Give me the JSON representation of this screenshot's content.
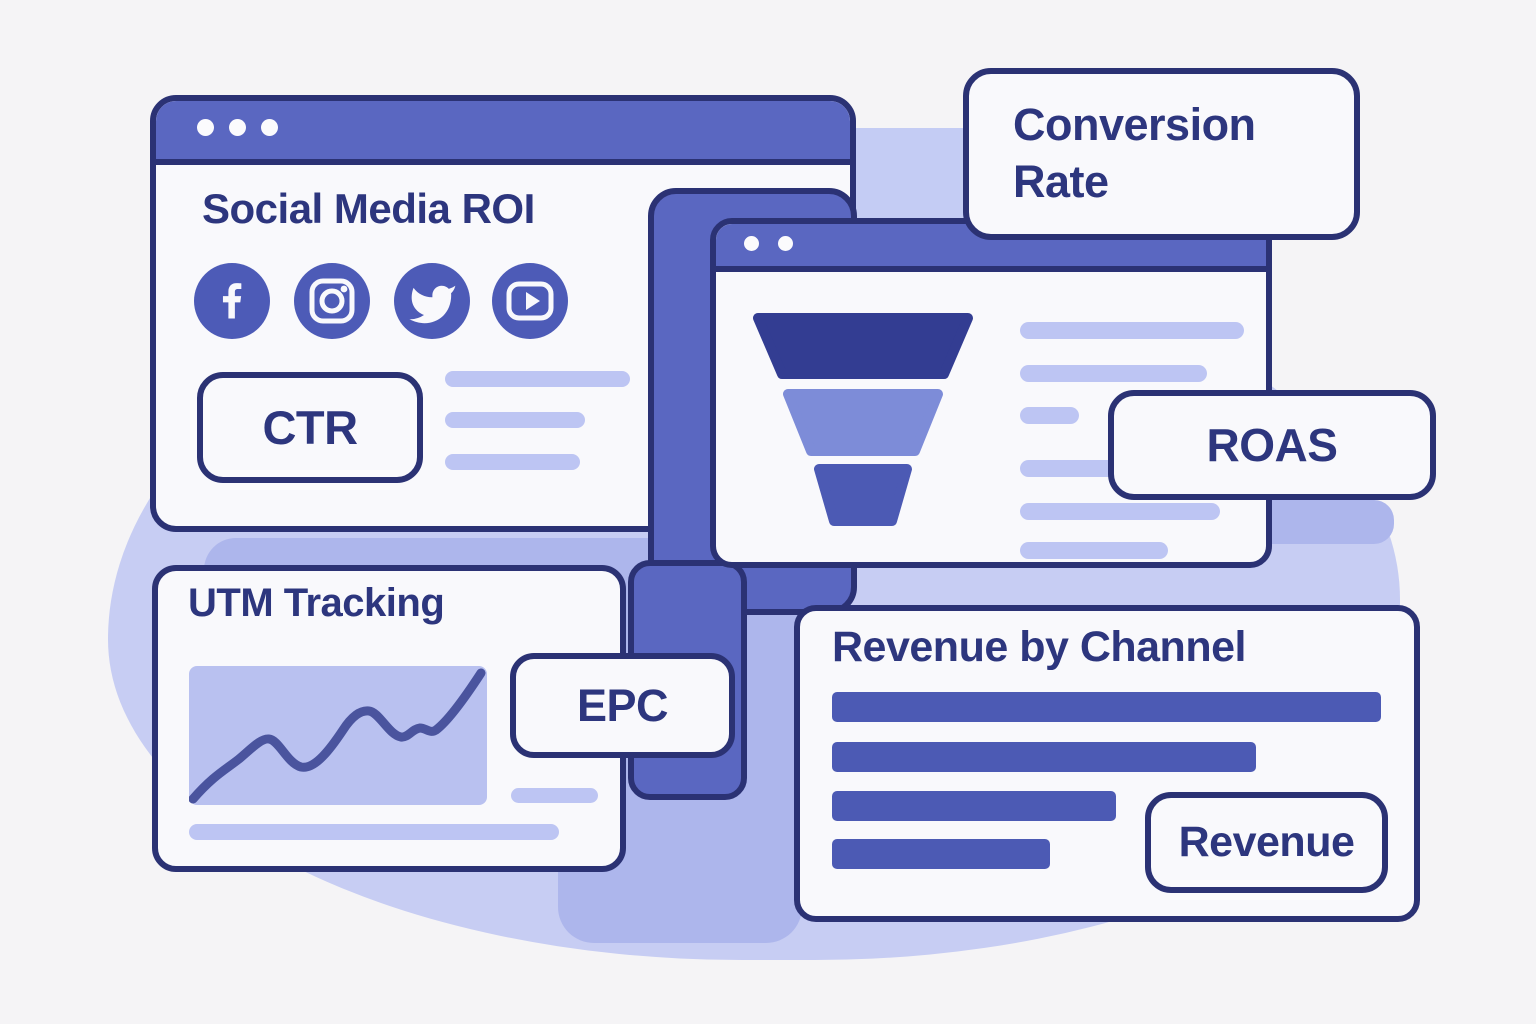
{
  "illustration": {
    "background": "#f5f4f6",
    "blob_color": "#c7cdf3",
    "shadow_shape_color": "#adb6ec",
    "panel_color": "#5a67c1",
    "outline_color": "#2b3274",
    "text_color": "#2d367e",
    "surface_color": "#f9f9fc"
  },
  "social_window": {
    "title": "Social Media ROI",
    "metric_badge": "CTR",
    "platforms": [
      "facebook",
      "instagram",
      "twitter",
      "youtube"
    ],
    "skeleton_line_widths": [
      185,
      140,
      135
    ]
  },
  "funnel_window": {
    "segments": [
      {
        "name": "top",
        "color": "#333d92"
      },
      {
        "name": "middle",
        "color": "#7d8cd8"
      },
      {
        "name": "bottom",
        "color": "#4c5ab4"
      }
    ],
    "skeleton_line_widths": [
      224,
      187,
      59,
      190,
      200,
      148
    ]
  },
  "utm_window": {
    "title": "UTM Tracking",
    "metric_badge": "EPC",
    "trend": "rising",
    "skeleton_line_widths": [
      87,
      370
    ]
  },
  "revenue_window": {
    "title": "Revenue by Channel",
    "metric_badge": "Revenue",
    "bar_widths": [
      549,
      424,
      284,
      218
    ]
  },
  "floating_labels": {
    "conversion_rate": "Conversion Rate",
    "roas": "ROAS"
  }
}
